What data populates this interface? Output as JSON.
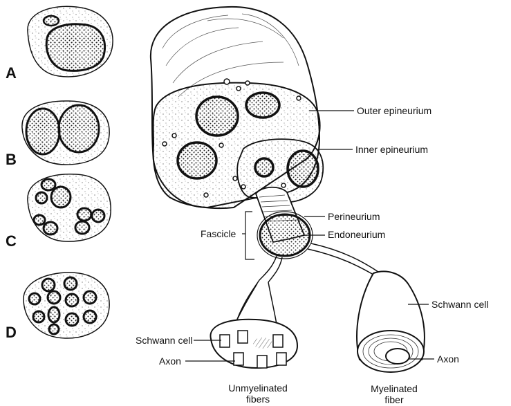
{
  "panels": {
    "a": "A",
    "b": "B",
    "c": "C",
    "d": "D"
  },
  "labels": {
    "outer_epineurium": "Outer epineurium",
    "inner_epineurium": "Inner epineurium",
    "perineurium": "Perineurium",
    "endoneurium": "Endoneurium",
    "fascicle": "Fascicle",
    "schwann_cell_right": "Schwann cell",
    "schwann_cell_left": "Schwann cell",
    "axon_left": "Axon",
    "axon_right": "Axon"
  },
  "captions": {
    "unmyelinated_line1": "Unmyelinated",
    "unmyelinated_line2": "fibers",
    "myelinated_line1": "Myelinated",
    "myelinated_line2": "fiber"
  },
  "colors": {
    "ink": "#111111",
    "paper": "#ffffff"
  }
}
